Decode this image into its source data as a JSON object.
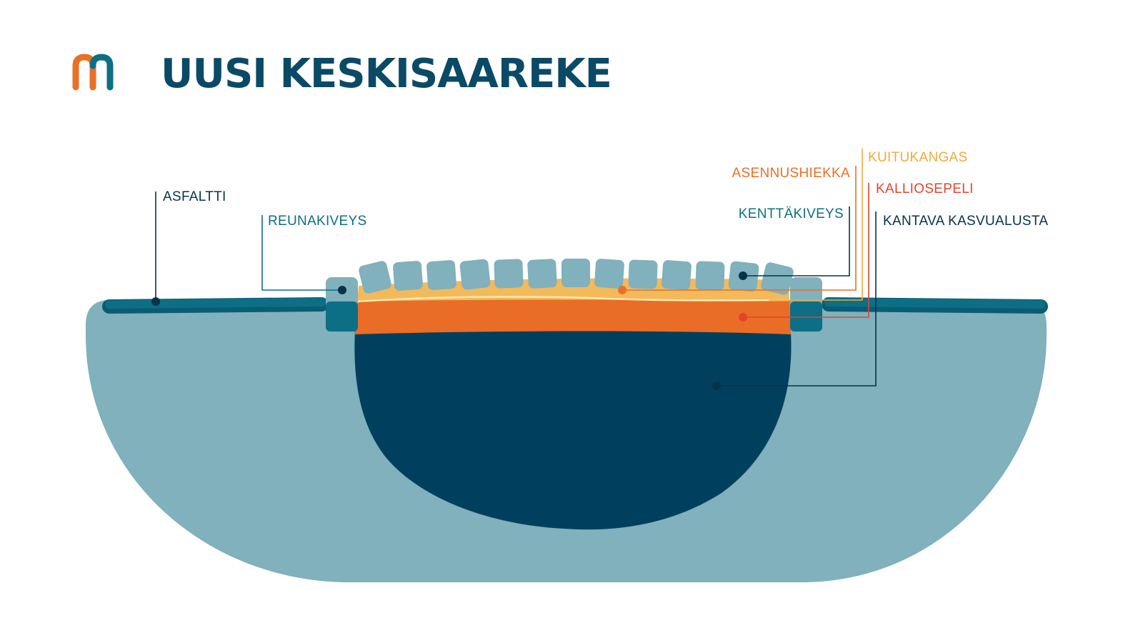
{
  "title": "UUSI KESKISAAREKE",
  "logo": {
    "name": "m-logo-icon",
    "colors": {
      "orange": "#E87027",
      "teal": "#0C6F86"
    }
  },
  "labels": {
    "asfaltti": "ASFALTTI",
    "reunakiveys": "REUNAKIVEYS",
    "kuitukangas": "KUITUKANGAS",
    "asennushiekka": "ASENNUSHIEKKA",
    "kalliosepeli": "KALLIOSEPELI",
    "kenttakiveys": "KENTTÄKIVEYS",
    "kantava_kasvualusta": "KANTAVA KASVUALUSTA"
  },
  "colors": {
    "title": "#0A4A66",
    "dark_navy": "#00405E",
    "soil": "#80B1BC",
    "stone": "#80B1BC",
    "asphalt": "#0C6F86",
    "asphalt_dark": "#0A5C72",
    "sand": "#F3B95A",
    "gravel": "#E96D26",
    "fabric": "#FFE9B0",
    "label_teal": "#0C6F86",
    "label_orange": "#E87027",
    "label_yellow": "#F3A93A",
    "label_red": "#E2452E",
    "label_dark": "#07324A"
  }
}
